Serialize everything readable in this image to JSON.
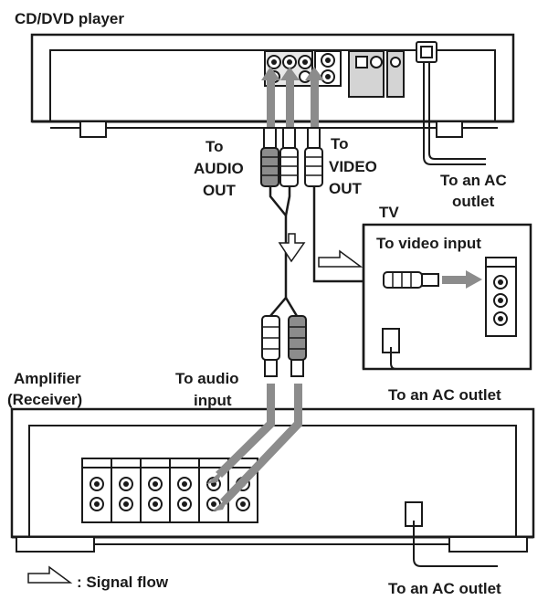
{
  "labels": {
    "cd_player": "CD/DVD player",
    "to_audio_out": [
      "To",
      "AUDIO",
      "OUT"
    ],
    "to_video_out": [
      "To",
      "VIDEO",
      "OUT"
    ],
    "to_ac_outlet_top": [
      "To an AC",
      "outlet"
    ],
    "tv": "TV",
    "to_video_input": "To video input",
    "amplifier": [
      "Amplifier",
      "(Receiver)"
    ],
    "to_audio_input": [
      "To audio",
      "input"
    ],
    "to_ac_outlet_tv": "To an AC outlet",
    "to_ac_outlet_bottom": "To an AC outlet",
    "signal_flow": ": Signal flow"
  },
  "colors": {
    "line": "#1a1a1a",
    "plug_gray": "#8c8c8c",
    "arrow_gray": "#8c8c8c",
    "panel_gray": "#d4d4d4"
  },
  "icons": [
    "signal-flow-arrow-icon",
    "rca-plug-icon",
    "power-plug-icon",
    "jack-icon"
  ]
}
